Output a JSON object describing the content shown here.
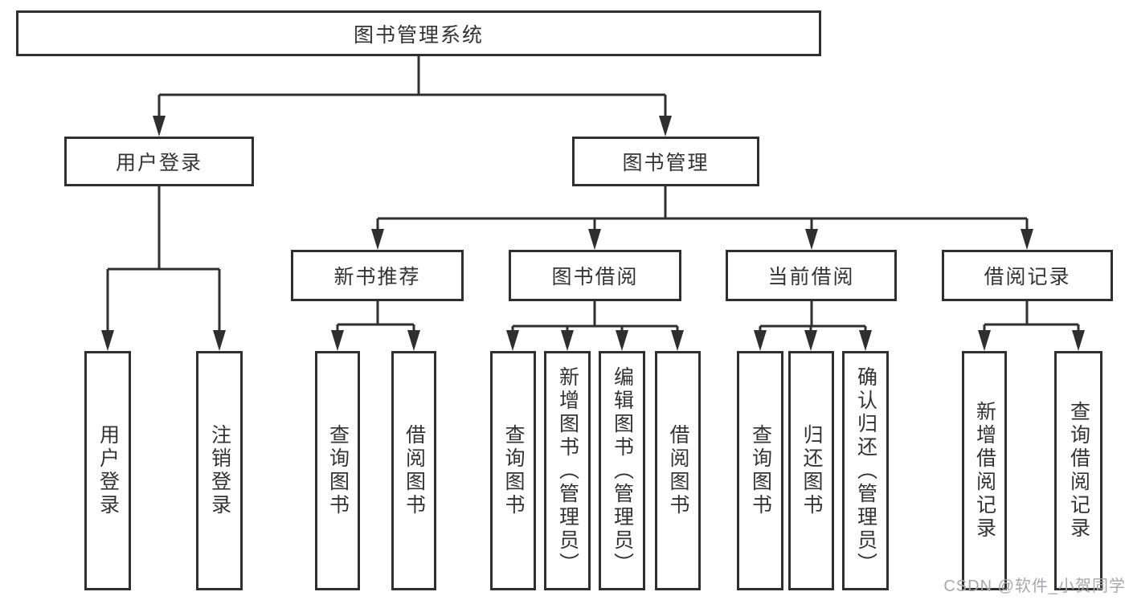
{
  "diagram": {
    "title": "图书管理系统",
    "watermark": "CSDN @软件_小贺同学",
    "branches": {
      "user_login": {
        "label": "用户登录",
        "children": [
          "用户登录",
          "注销登录"
        ]
      },
      "book_management": {
        "label": "图书管理",
        "sections": [
          {
            "label": "新书推荐",
            "children": [
              "查询图书",
              "借阅图书"
            ]
          },
          {
            "label": "图书借阅",
            "children": [
              "查询图书",
              "新增图书（管理员）",
              "编辑图书（管理员）",
              "借阅图书"
            ]
          },
          {
            "label": "当前借阅",
            "children": [
              "查询图书",
              "归还图书",
              "确认归还（管理员）"
            ]
          },
          {
            "label": "借阅记录",
            "children": [
              "新增借阅记录",
              "查询借阅记录"
            ]
          }
        ]
      }
    }
  }
}
